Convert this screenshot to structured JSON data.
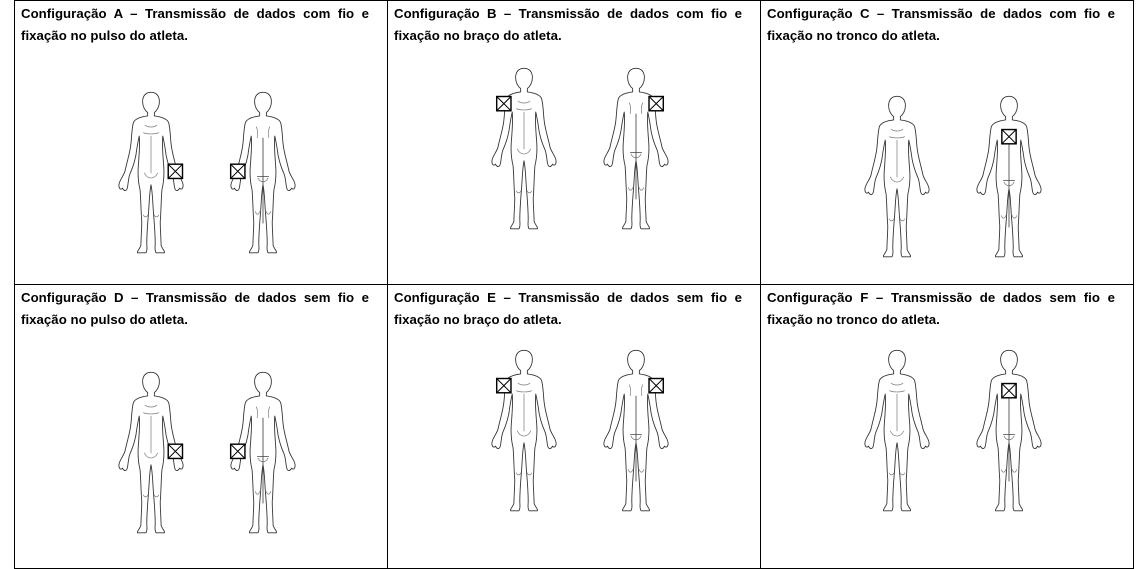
{
  "configurations": [
    {
      "label": "Configuração A – Transmissão de dados com fio e fixação no pulso do atleta.",
      "transmission": "com fio",
      "attachment": "pulso"
    },
    {
      "label": "Configuração B – Transmissão de dados com fio e fixação no braço do atleta.",
      "transmission": "com fio",
      "attachment": "braço"
    },
    {
      "label": "Configuração C – Transmissão de dados com fio e fixação no tronco do atleta.",
      "transmission": "com fio",
      "attachment": "tronco"
    },
    {
      "label": "Configuração D – Transmissão de dados sem fio e fixação no pulso do atleta.",
      "transmission": "sem fio",
      "attachment": "pulso"
    },
    {
      "label": "Configuração E – Transmissão de dados sem fio e fixação no braço do atleta.",
      "transmission": "sem fio",
      "attachment": "braço"
    },
    {
      "label": "Configuração F – Transmissão de dados sem fio e fixação no tronco do atleta.",
      "transmission": "sem fio",
      "attachment": "tronco"
    }
  ]
}
